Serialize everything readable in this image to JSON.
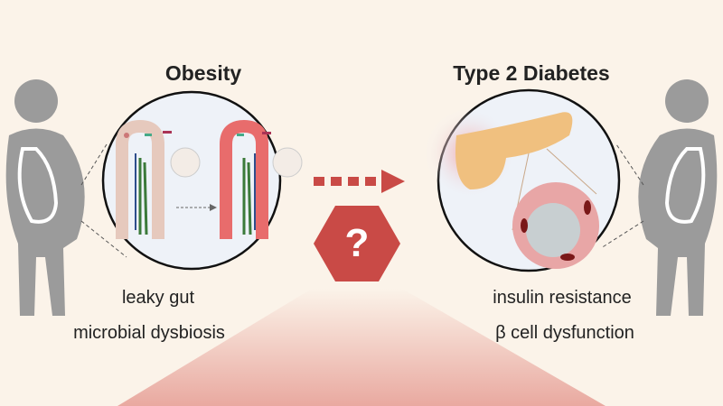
{
  "left_panel": {
    "title": "Obesity",
    "labels": [
      "leaky gut",
      "microbial dysbiosis"
    ]
  },
  "right_panel": {
    "title": "Type 2 Diabetes",
    "labels": [
      "insulin resistance",
      "β cell dysfunction"
    ]
  },
  "center": {
    "symbol": "?"
  },
  "colors": {
    "accent": "#c94a46",
    "background": "#fbf3e9",
    "silhouette": "#9b9b9b"
  }
}
